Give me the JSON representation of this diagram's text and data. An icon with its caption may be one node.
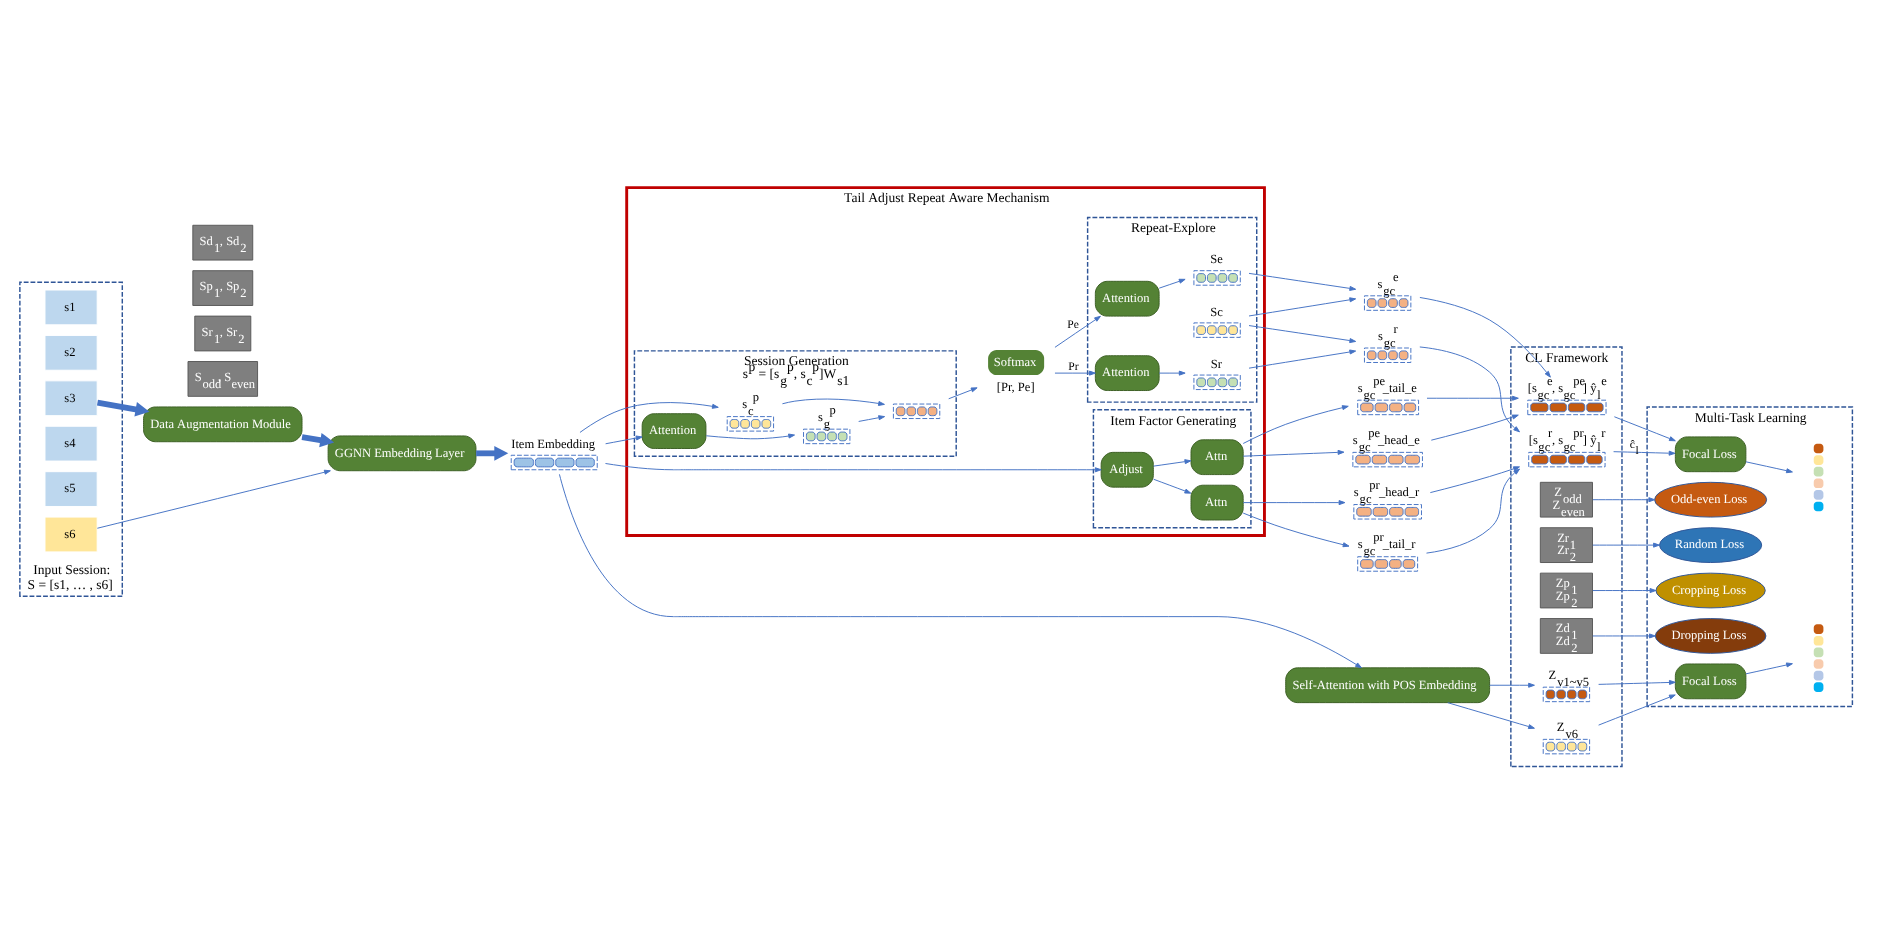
{
  "diagram": {
    "nodes": [
      {
        "text": [
          "Tail Adjust Repeat Aware Mechanism"
        ]
      },
      {
        "text": [
          "Session Generation",
          "s$^{p}$ = [s$_{g}$$^{p}$, s$_{c}$$^{p}$]W$_{s1}$"
        ],
        "in": 0
      },
      {
        "text": [],
        "shape": "bar",
        "in": 1
      },
      {
        "text": [],
        "shape": "bar",
        "in": 1,
        "beside": [
          "s$_{g}$$^{p}$"
        ]
      },
      {
        "text": [],
        "shape": "bar",
        "in": 1,
        "beside": [
          "s$_{c}$$^{p}$"
        ]
      },
      {
        "text": [
          "Attention"
        ],
        "in": 1
      },
      {
        "text": [
          "Softmax"
        ],
        "in": 0,
        "beside": [
          "[Pr, Pe]"
        ]
      },
      {
        "text": [
          "Repeat-Explore"
        ],
        "in": 0
      },
      {
        "text": [
          "Attention"
        ],
        "in": 7
      },
      {
        "text": [
          "Attention"
        ],
        "in": 7
      },
      {
        "text": [],
        "shape": "bar",
        "in": 7,
        "beside": [
          "Sr"
        ]
      },
      {
        "text": [],
        "shape": "bar",
        "in": 7,
        "beside": [
          "Sc"
        ]
      },
      {
        "text": [],
        "shape": "bar",
        "in": 7,
        "beside": [
          "Se"
        ]
      },
      {
        "text": [
          "Item Factor Generating"
        ],
        "in": 0
      },
      {
        "text": [
          "Adjust"
        ],
        "in": 13
      },
      {
        "text": [
          "Attn"
        ],
        "in": 13
      },
      {
        "text": [
          "Attn"
        ],
        "in": 13
      },
      {
        "text": [
          "Input Session:",
          "S = [s1, … , s6]"
        ]
      },
      {
        "text": [
          "s1"
        ],
        "in": 17
      },
      {
        "text": [
          "s2"
        ],
        "in": 17
      },
      {
        "text": [
          "s3"
        ],
        "in": 17
      },
      {
        "text": [
          "s4"
        ],
        "in": 17
      },
      {
        "text": [
          "s5"
        ],
        "in": 17
      },
      {
        "text": [
          "s6"
        ],
        "in": 17
      },
      {
        "text": [
          "S$_{odd}$, S$_{even}$"
        ]
      },
      {
        "text": [
          "Sr$_{1}$, Sr$_{2}$"
        ]
      },
      {
        "text": [
          "Sp$_{1}$, Sp$_{2}$"
        ]
      },
      {
        "text": [
          "Sd$_{1}$, Sd$_{2}$"
        ]
      },
      {
        "text": [
          "Data Augmentation Module"
        ]
      },
      {
        "text": [
          "GGNN Embedding Layer"
        ]
      },
      {
        "text": [],
        "shape": "bar",
        "beside": [
          "Item Embedding"
        ]
      },
      {
        "text": [
          "Self-Attention with POS Embedding"
        ]
      },
      {
        "text": [],
        "shape": "bar",
        "beside": [
          "s$_{gc}$$^{r}$"
        ]
      },
      {
        "text": [],
        "shape": "bar",
        "beside": [
          "s$_{gc}$$^{e}$"
        ]
      },
      {
        "text": [],
        "shape": "bar",
        "beside": [
          "s$_{gc}$$^{pr}$_head_r"
        ]
      },
      {
        "text": [],
        "shape": "bar",
        "beside": [
          "s$_{gc}$$^{pr}$_tail_r"
        ]
      },
      {
        "text": [],
        "shape": "bar",
        "beside": [
          "s$_{gc}$$^{pe}$_head_e"
        ]
      },
      {
        "text": [],
        "shape": "bar",
        "beside": [
          "s$_{gc}$$^{pe}$_tail_e"
        ]
      },
      {
        "text": [
          "CL Framework"
        ]
      },
      {
        "text": [],
        "shape": "bar",
        "in": 38,
        "beside": [
          "[s$_{gc}$$^{r}$, s$_{gc}$$^{pr}$] ŷ$_{l}$$^{r}$"
        ]
      },
      {
        "text": [],
        "shape": "bar",
        "in": 38,
        "beside": [
          "[s$_{gc}$$^{e}$, s$_{gc}$$^{pe}$] ŷ$_{l}$$^{e}$"
        ]
      },
      {
        "text": [
          "Z$_{odd}$",
          "Z$_{even}$"
        ],
        "in": 38
      },
      {
        "text": [
          "Zr$_{1}$",
          "Zr$_{2}$"
        ],
        "in": 38
      },
      {
        "text": [
          "Zp$_{1}$",
          "Zp$_{2}$"
        ],
        "in": 38
      },
      {
        "text": [
          "Zd$_{1}$",
          "Zd$_{2}$"
        ],
        "in": 38
      },
      {
        "text": [],
        "shape": "bar",
        "in": 38,
        "beside": [
          "Z$_{v1~v5}$"
        ]
      },
      {
        "text": [],
        "shape": "bar",
        "in": 38,
        "beside": [
          "Z$_{v6}$"
        ]
      },
      {
        "text": [
          "Multi-Task Learning"
        ]
      },
      {
        "text": [
          "Focal Loss"
        ],
        "in": 47
      },
      {
        "text": [],
        "shape": "circle",
        "in": 47
      },
      {
        "text": [
          "Odd-even Loss"
        ],
        "in": 47
      },
      {
        "text": [
          "Random Loss"
        ],
        "in": 47
      },
      {
        "text": [
          "Cropping Loss"
        ],
        "in": 47
      },
      {
        "text": [
          "Dropping Loss"
        ],
        "in": 47
      },
      {
        "text": [
          "Focal Loss"
        ],
        "in": 47
      },
      {
        "text": [],
        "shape": "circle",
        "in": 47
      }
    ],
    "edges": [
      {
        "from": 20,
        "to": 28,
        "arrow": "to",
        "style": "thick"
      },
      {
        "from": 28,
        "to": 29,
        "arrow": "to",
        "style": "thick"
      },
      {
        "from": 23,
        "to": 29,
        "arrow": "to"
      },
      {
        "from": 29,
        "to": 30,
        "arrow": "to",
        "style": "thick"
      },
      {
        "from": 30,
        "to": 5,
        "arrow": "to"
      },
      {
        "from": 30,
        "to": 4,
        "arrow": "to"
      },
      {
        "from": 5,
        "to": 3,
        "arrow": "to"
      },
      {
        "from": 3,
        "to": 2,
        "arrow": "to"
      },
      {
        "from": 4,
        "to": 2,
        "arrow": "to"
      },
      {
        "from": 2,
        "to": 6,
        "arrow": "to"
      },
      {
        "from": 6,
        "to": 8,
        "arrow": "to",
        "label": "Pr"
      },
      {
        "from": 6,
        "to": 9,
        "arrow": "to",
        "label": "Pe"
      },
      {
        "from": 8,
        "to": 10,
        "arrow": "to"
      },
      {
        "from": 9,
        "to": 12,
        "arrow": "to"
      },
      {
        "from": 10,
        "to": 32,
        "arrow": "to"
      },
      {
        "from": 11,
        "to": 32,
        "arrow": "to"
      },
      {
        "from": 11,
        "to": 33,
        "arrow": "to"
      },
      {
        "from": 12,
        "to": 33,
        "arrow": "to"
      },
      {
        "from": 30,
        "to": 14,
        "arrow": "to"
      },
      {
        "from": 14,
        "to": 15,
        "arrow": "to"
      },
      {
        "from": 14,
        "to": 16,
        "arrow": "to"
      },
      {
        "from": 15,
        "to": 34,
        "arrow": "to"
      },
      {
        "from": 15,
        "to": 35,
        "arrow": "to"
      },
      {
        "from": 16,
        "to": 36,
        "arrow": "to"
      },
      {
        "from": 16,
        "to": 37,
        "arrow": "to"
      },
      {
        "from": 32,
        "to": 39,
        "arrow": "to"
      },
      {
        "from": 34,
        "to": 39,
        "arrow": "to"
      },
      {
        "from": 35,
        "to": 39,
        "arrow": "to"
      },
      {
        "from": 33,
        "to": 40,
        "arrow": "to"
      },
      {
        "from": 36,
        "to": 40,
        "arrow": "to"
      },
      {
        "from": 37,
        "to": 40,
        "arrow": "to"
      },
      {
        "from": 39,
        "to": 48,
        "arrow": "to",
        "label": "ĉ$_{l}$"
      },
      {
        "from": 40,
        "to": 48,
        "arrow": "to"
      },
      {
        "from": 48,
        "to": 49,
        "arrow": "to"
      },
      {
        "from": 41,
        "to": 50,
        "arrow": "to"
      },
      {
        "from": 42,
        "to": 51,
        "arrow": "to"
      },
      {
        "from": 43,
        "to": 52,
        "arrow": "to"
      },
      {
        "from": 44,
        "to": 53,
        "arrow": "to"
      },
      {
        "from": 30,
        "to": 31,
        "arrow": "to"
      },
      {
        "from": 31,
        "to": 45,
        "arrow": "to"
      },
      {
        "from": 31,
        "to": 46,
        "arrow": "to"
      },
      {
        "from": 45,
        "to": 54,
        "arrow": "to"
      },
      {
        "from": 46,
        "to": 54,
        "arrow": "to"
      },
      {
        "from": 54,
        "to": 55,
        "arrow": "to"
      }
    ]
  }
}
